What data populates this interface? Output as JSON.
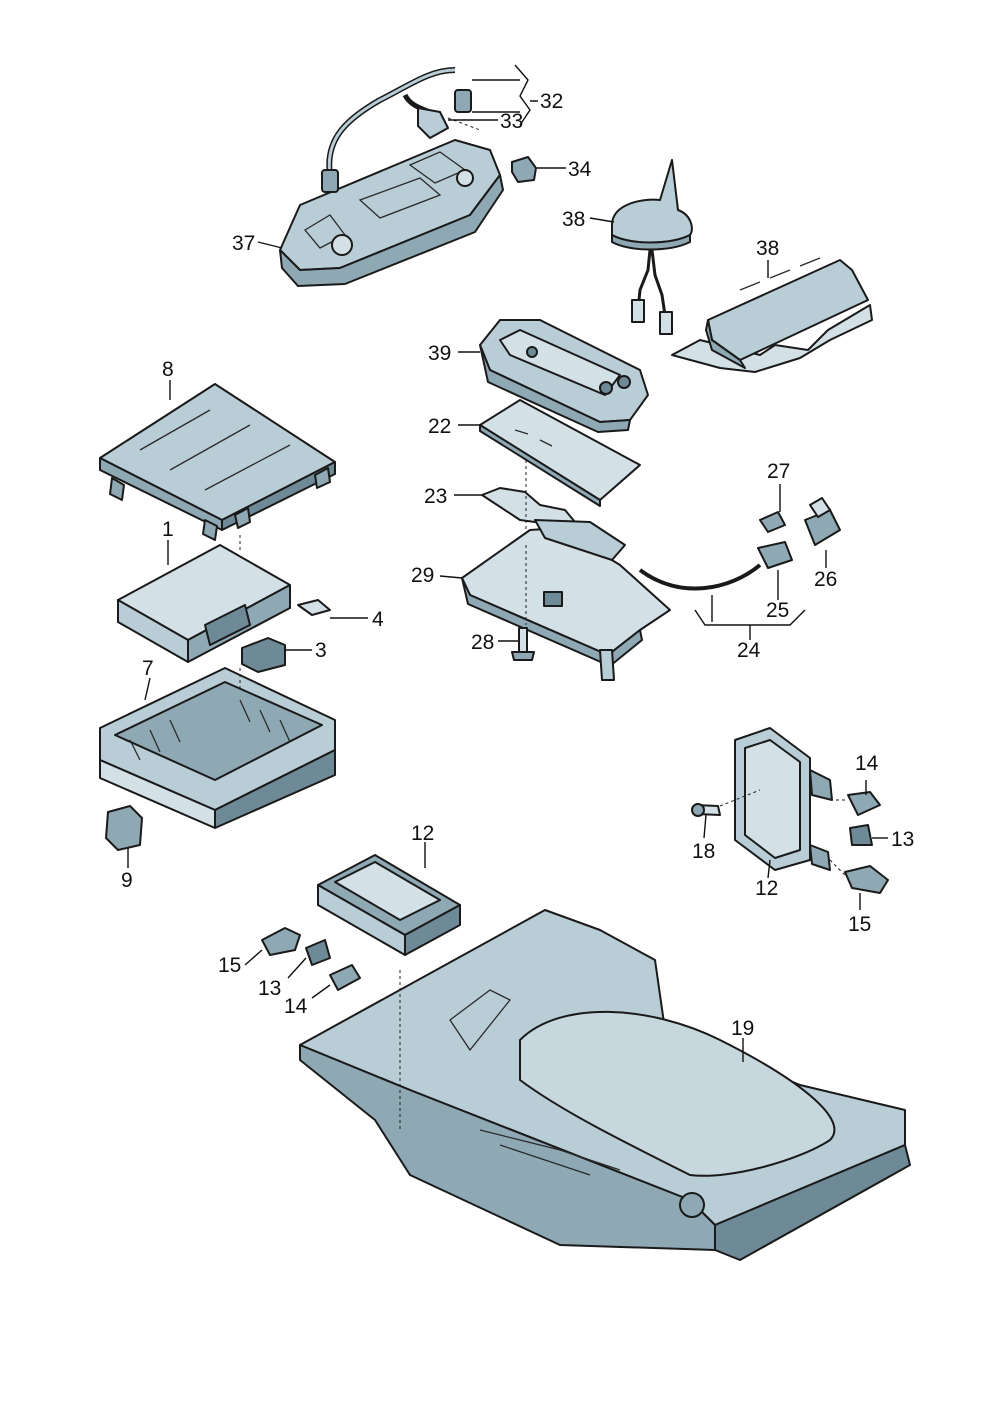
{
  "callouts": {
    "c32": "32",
    "c33": "33",
    "c34": "34",
    "c37": "37",
    "c38a": "38",
    "c38b": "38",
    "c39": "39",
    "c8": "8",
    "c22": "22",
    "c23": "23",
    "c27": "27",
    "c1": "1",
    "c29": "29",
    "c26": "26",
    "c4": "4",
    "c3": "3",
    "c25": "25",
    "c28": "28",
    "c24": "24",
    "c7": "7",
    "c14a": "14",
    "c13a": "13",
    "c18": "18",
    "c12a": "12",
    "c9": "9",
    "c12b": "12",
    "c15a": "15",
    "c15b": "15",
    "c13b": "13",
    "c14b": "14",
    "c19": "19"
  }
}
